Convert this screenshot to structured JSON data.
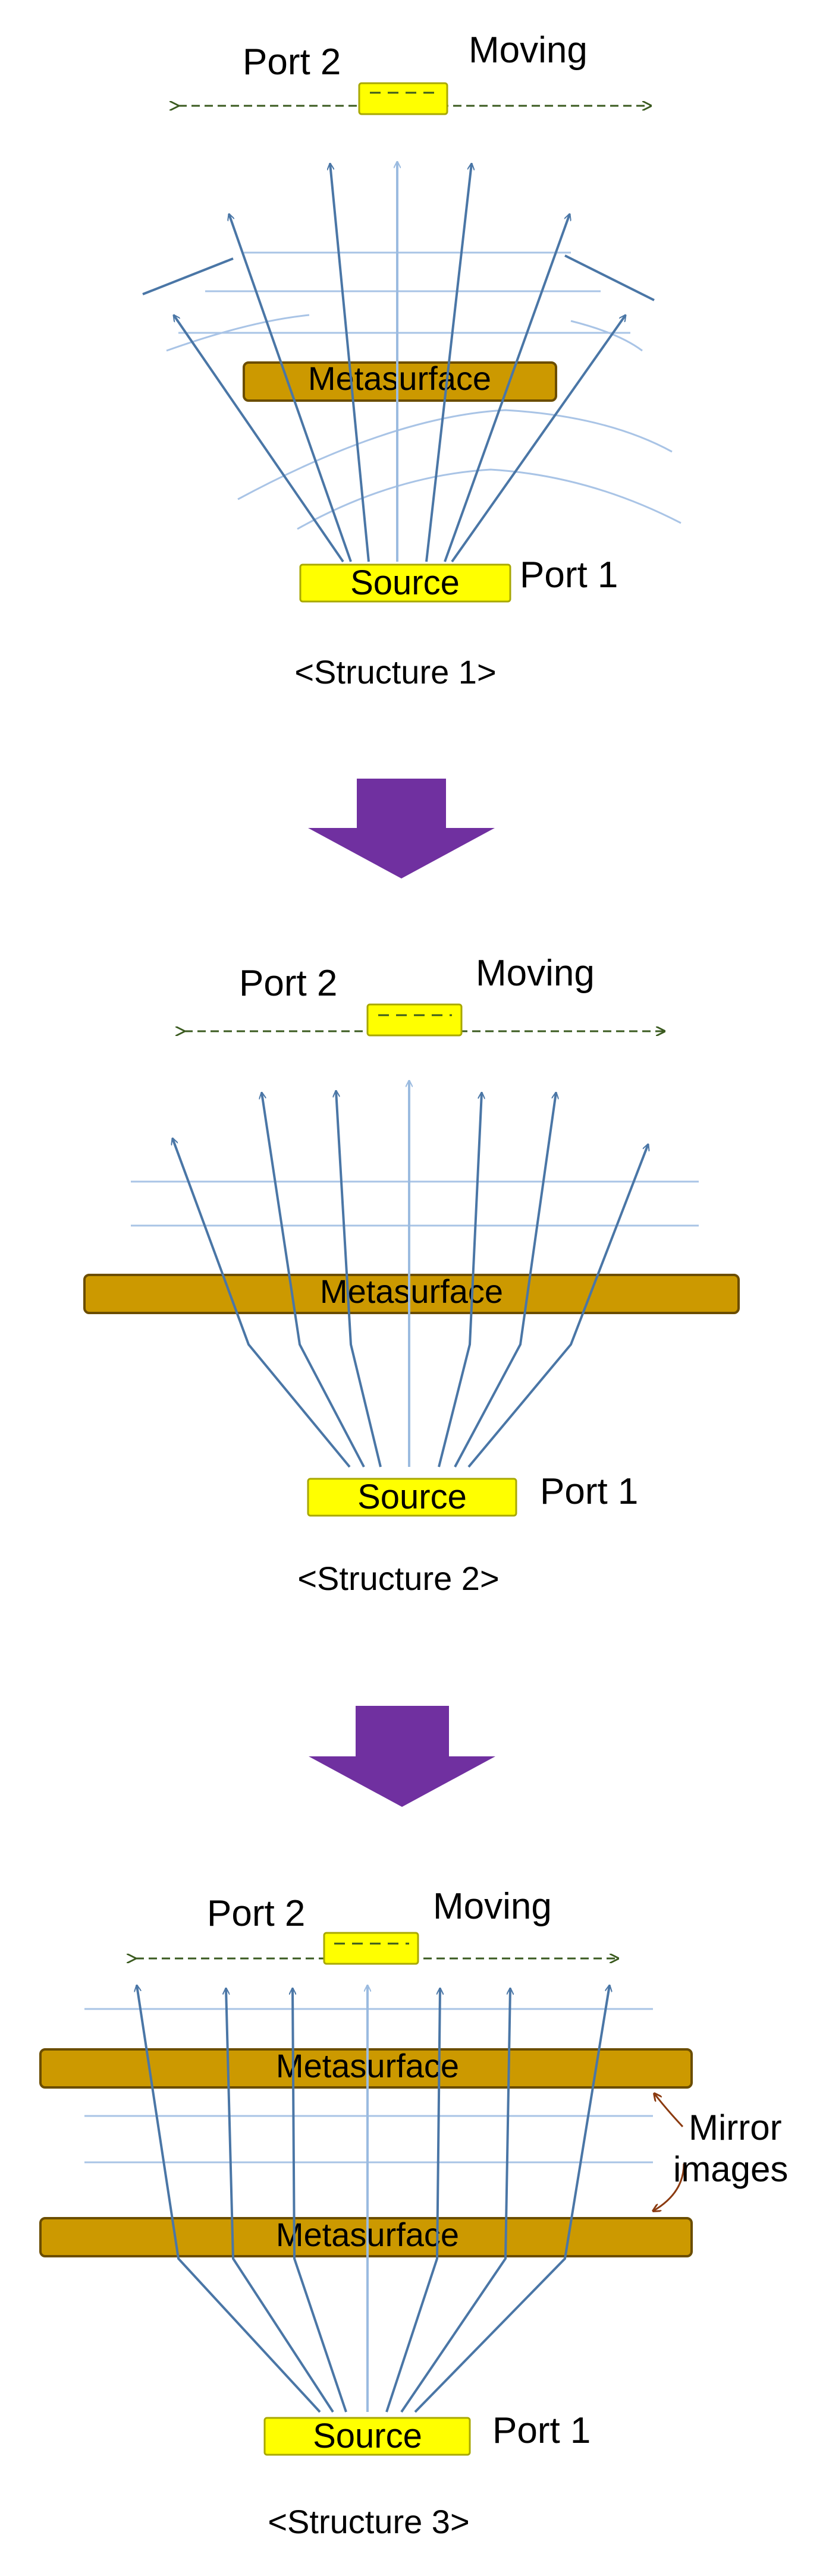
{
  "colors": {
    "metasurface_fill": "#CC9900",
    "metasurface_stroke": "#6b4d00",
    "source_fill": "#FFFF00",
    "source_stroke": "#a8a800",
    "moving_arrow": "#3a5a1f",
    "ray_dark": "#4a76a6",
    "ray_light": "#9bbbe0",
    "wavefront": "#a9c4e6",
    "process_arrow": "#7030A0",
    "annotation_arrow": "#8b3a0f"
  },
  "structure1": {
    "port2": "Port 2",
    "moving": "Moving",
    "metasurface": "Metasurface",
    "source": "Source",
    "port1": "Port 1",
    "caption": "<Structure 1>"
  },
  "structure2": {
    "port2": "Port 2",
    "moving": "Moving",
    "metasurface": "Metasurface",
    "source": "Source",
    "port1": "Port 1",
    "caption": "<Structure 2>"
  },
  "structure3": {
    "port2": "Port 2",
    "moving": "Moving",
    "metasurface_top": "Metasurface",
    "metasurface_bottom": "Metasurface",
    "source": "Source",
    "port1": "Port 1",
    "mirror_line1": "Mirror",
    "mirror_line2": "images",
    "caption": "<Structure 3>"
  },
  "process_arrows": [
    {
      "icon": "down-arrow-icon"
    },
    {
      "icon": "down-arrow-icon"
    }
  ]
}
